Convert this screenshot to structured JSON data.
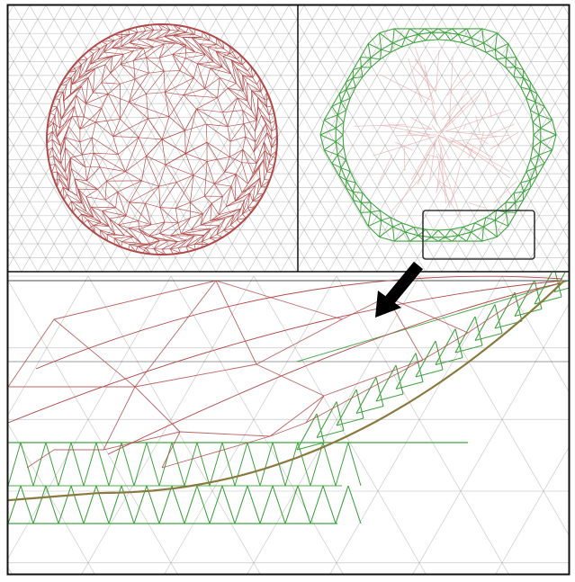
{
  "figure": {
    "panels": [
      {
        "id": "circle-mesh",
        "description_color": "red"
      },
      {
        "id": "ring-mesh",
        "description_color": "green"
      },
      {
        "id": "zoomed-detail",
        "description_color": "red-green"
      }
    ]
  },
  "colors": {
    "background_grid": "#9a9a9a",
    "red_mesh": "#b24a4a",
    "green_mesh": "#3fa33f",
    "boundary_curve": "#8a7a40",
    "frame": "#111111",
    "arrow": "#000000"
  },
  "icons": {
    "zoom_arrow": "arrow-down-left-icon"
  }
}
